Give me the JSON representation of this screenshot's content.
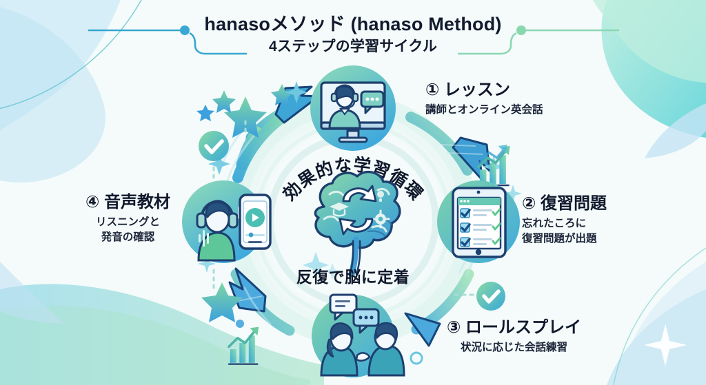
{
  "title": {
    "main": "hanasoメソッド (hanaso Method)",
    "sub": "4ステップの学習サイクル"
  },
  "center": {
    "arc_label": "効果的な学習循環",
    "bottom_label": "反復で脳に定着",
    "icon": "brain-cycle-icon"
  },
  "steps": [
    {
      "number": "①",
      "head": "① レッスン",
      "desc": "講師とオンライン英会話",
      "icon": "online-lesson-monitor-icon"
    },
    {
      "number": "②",
      "head": "② 復習問題",
      "desc_line1": "忘れたころに",
      "desc_line2": "復習問題が出題",
      "icon": "tablet-checklist-icon"
    },
    {
      "number": "③",
      "head": "③ ロールスプレイ",
      "desc": "状況に応じた会話練習",
      "icon": "two-people-conversation-icon"
    },
    {
      "number": "④",
      "head": "④ 音声教材",
      "desc_line1": "リスニングと",
      "desc_line2": "発音の確認",
      "icon": "headphones-audio-player-icon"
    }
  ],
  "decorations": {
    "check_badges": 2,
    "stars": 4,
    "sparkles": 5,
    "growth_charts": 2,
    "arrow_heads": 4
  },
  "colors": {
    "background": "#f4fbfa",
    "blob_blue": "#c8e6f5",
    "blob_teal": "#7fd9d6",
    "blob_green": "#a8e0c0",
    "accent_blue": "#2e9fd4",
    "accent_teal": "#46bfb4",
    "accent_green": "#7ed6a0",
    "arrow_dark": "#1d4f86",
    "text_dark": "#10182c",
    "ring_light": "#dff2f2"
  }
}
